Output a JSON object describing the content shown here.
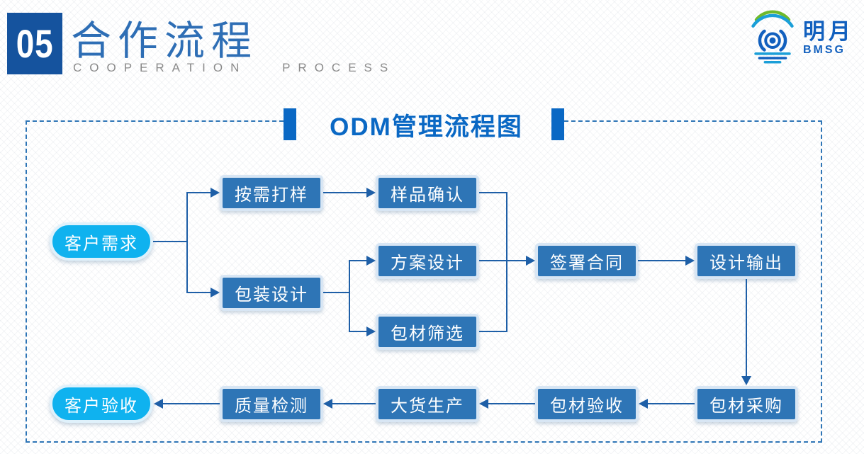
{
  "header": {
    "section_number": "05",
    "title_cn": "合作流程",
    "title_en": "COOPERATION PROCESS"
  },
  "logo": {
    "name_cn": "明月",
    "name_en": "BMSG"
  },
  "diagram": {
    "title": "ODM管理流程图",
    "nodes": [
      {
        "id": "customer-demand",
        "label": "客户需求",
        "shape": "pill"
      },
      {
        "id": "sample-on-demand",
        "label": "按需打样",
        "shape": "rect"
      },
      {
        "id": "sample-confirm",
        "label": "样品确认",
        "shape": "rect"
      },
      {
        "id": "packaging-design",
        "label": "包装设计",
        "shape": "rect"
      },
      {
        "id": "solution-design",
        "label": "方案设计",
        "shape": "rect"
      },
      {
        "id": "material-screening",
        "label": "包材筛选",
        "shape": "rect"
      },
      {
        "id": "sign-contract",
        "label": "签署合同",
        "shape": "rect"
      },
      {
        "id": "design-output",
        "label": "设计输出",
        "shape": "rect"
      },
      {
        "id": "material-purchase",
        "label": "包材采购",
        "shape": "rect"
      },
      {
        "id": "material-acceptance",
        "label": "包材验收",
        "shape": "rect"
      },
      {
        "id": "mass-production",
        "label": "大货生产",
        "shape": "rect"
      },
      {
        "id": "quality-inspection",
        "label": "质量检测",
        "shape": "rect"
      },
      {
        "id": "customer-acceptance",
        "label": "客户验收",
        "shape": "pill"
      }
    ],
    "edges": [
      {
        "from": "customer-demand",
        "to": "sample-on-demand"
      },
      {
        "from": "customer-demand",
        "to": "packaging-design"
      },
      {
        "from": "sample-on-demand",
        "to": "sample-confirm"
      },
      {
        "from": "packaging-design",
        "to": "solution-design"
      },
      {
        "from": "packaging-design",
        "to": "material-screening"
      },
      {
        "from": "sample-confirm",
        "to": "sign-contract"
      },
      {
        "from": "solution-design",
        "to": "sign-contract"
      },
      {
        "from": "material-screening",
        "to": "sign-contract"
      },
      {
        "from": "sign-contract",
        "to": "design-output"
      },
      {
        "from": "design-output",
        "to": "material-purchase"
      },
      {
        "from": "material-purchase",
        "to": "material-acceptance"
      },
      {
        "from": "material-acceptance",
        "to": "mass-production"
      },
      {
        "from": "mass-production",
        "to": "quality-inspection"
      },
      {
        "from": "quality-inspection",
        "to": "customer-acceptance"
      }
    ],
    "colors": {
      "box_fill": "#2E75B6",
      "box_border": "#D8E6F4",
      "pill_fill": "#0FB2EF",
      "connector": "#1E5FA7",
      "dashed_frame": "#2E75B6",
      "title_accent": "#0A68C4",
      "header_number_bg": "#15539E",
      "header_title": "#2E6EB5",
      "header_subtitle": "#8A8A8A",
      "logo_blue": "#1260BE",
      "logo_green": "#6FB92C",
      "logo_teal": "#1B9FD8"
    }
  }
}
